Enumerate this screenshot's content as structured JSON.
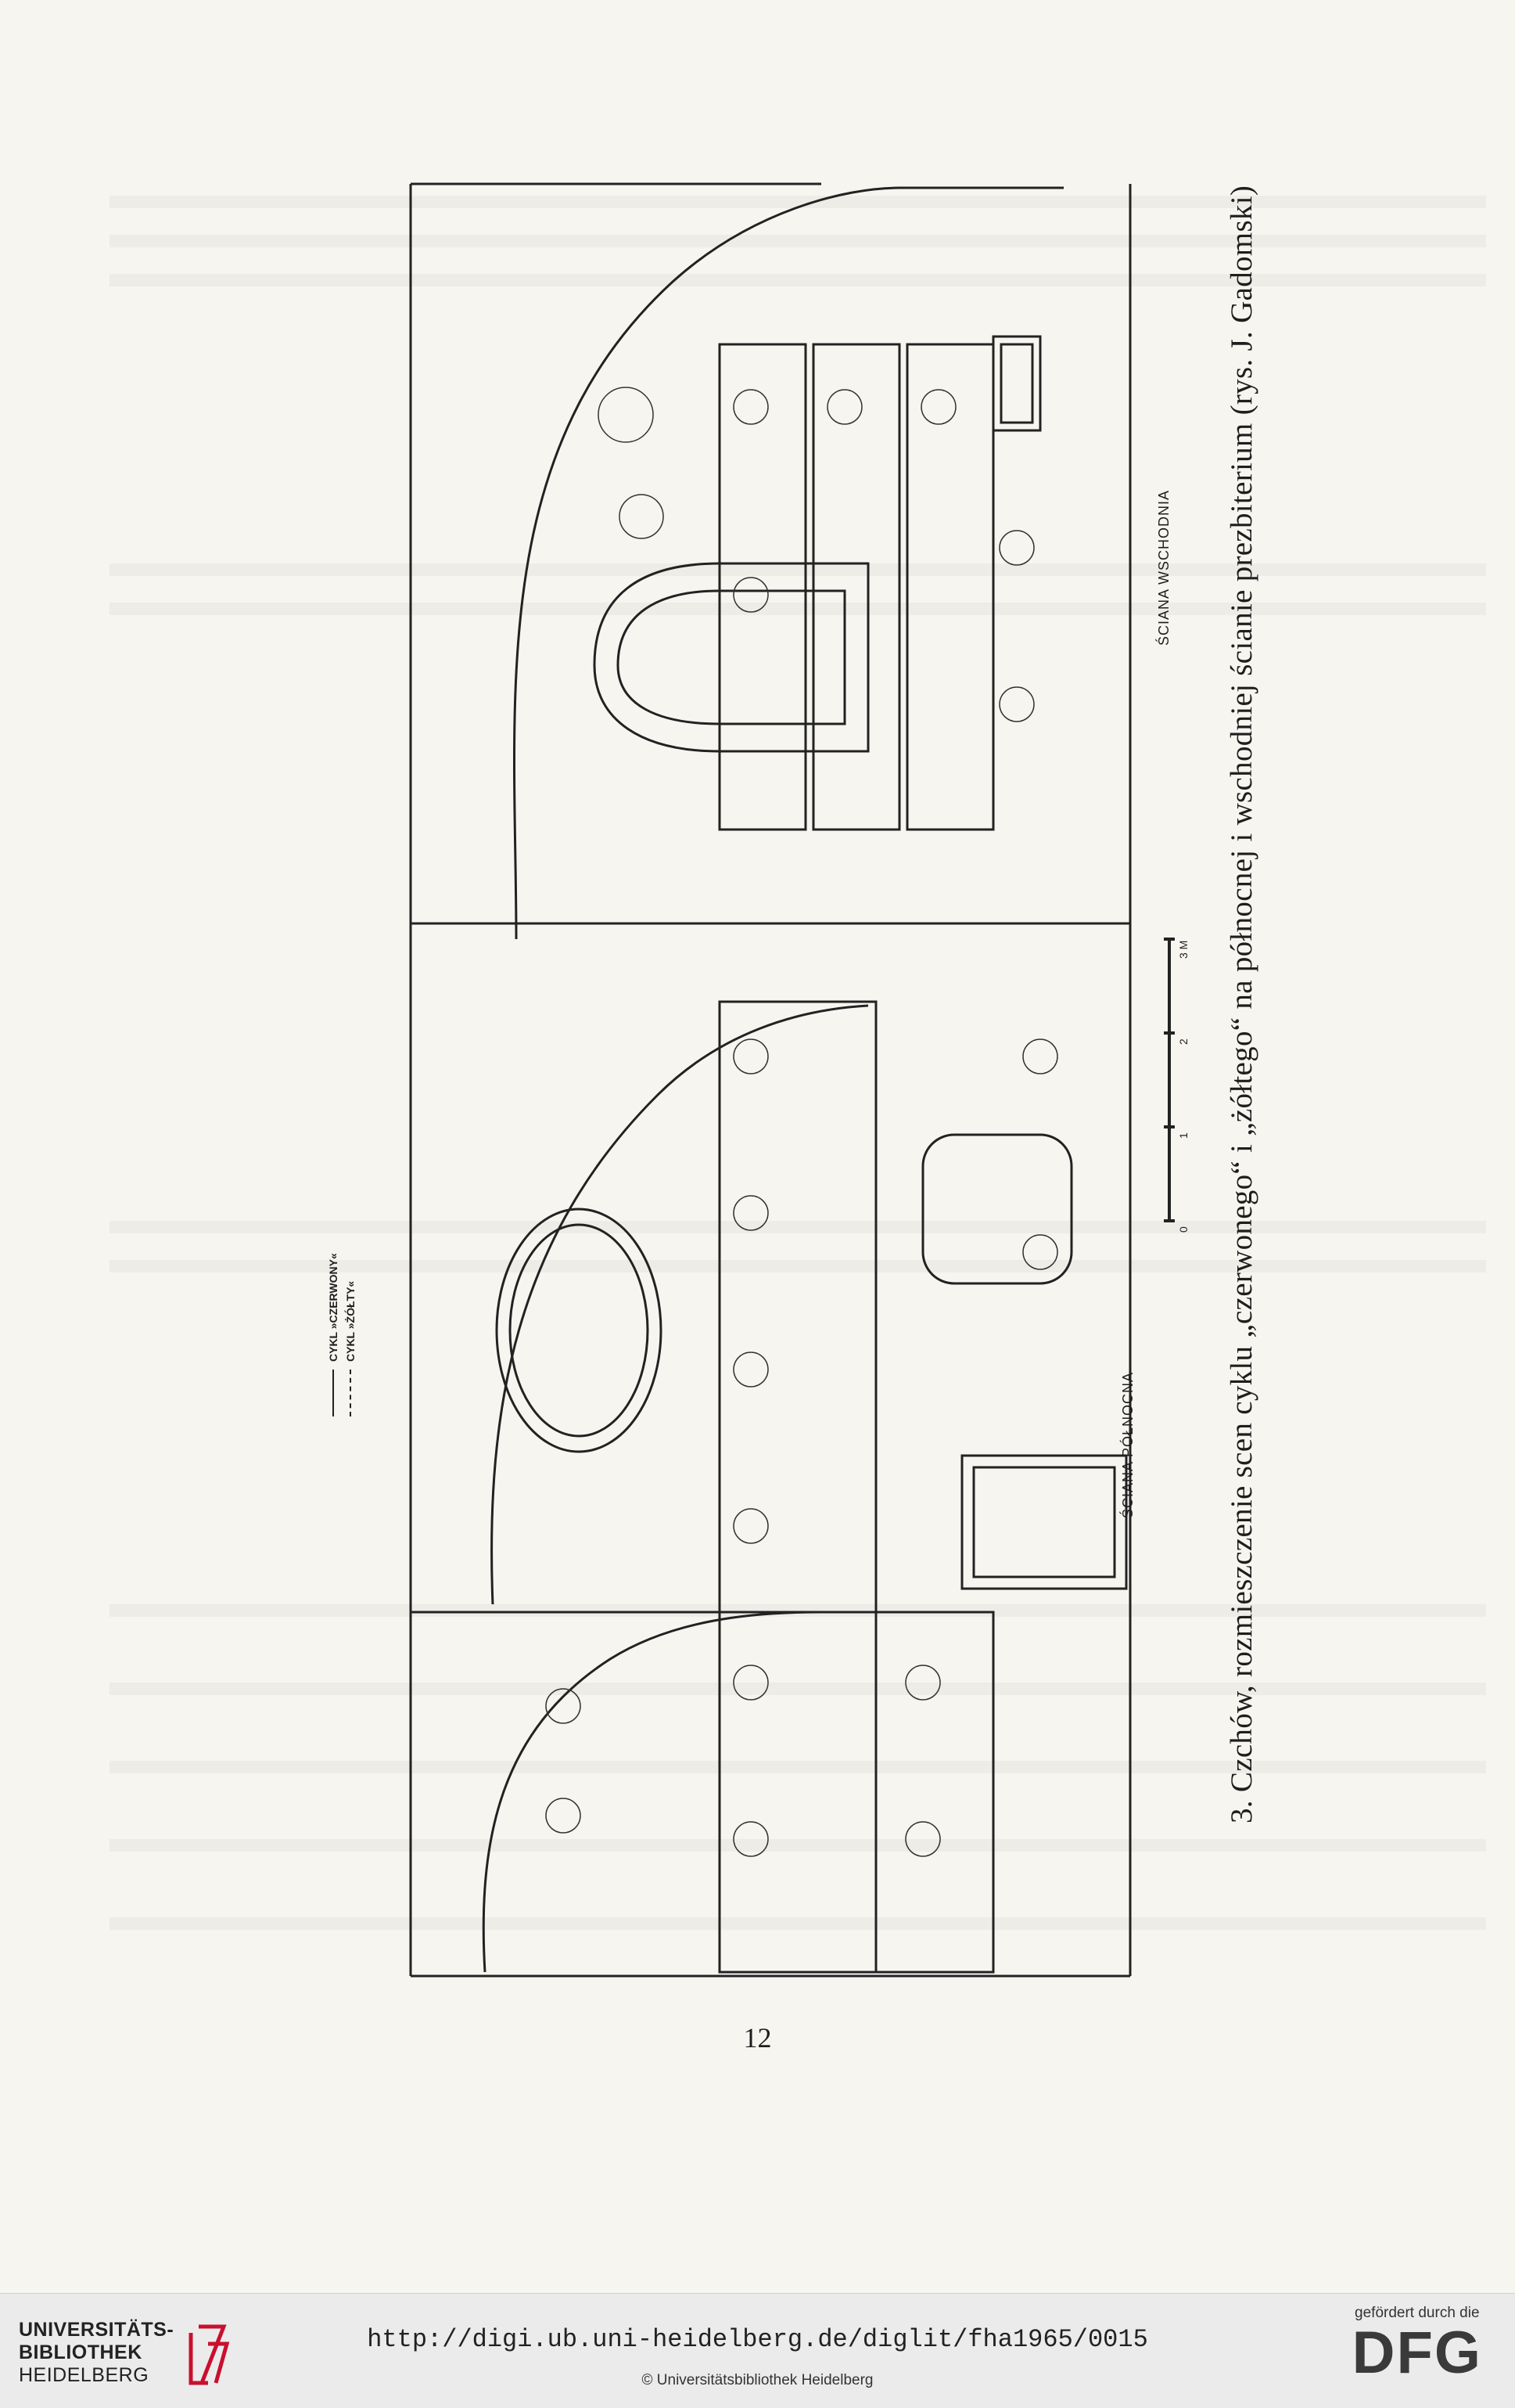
{
  "caption": "3. Czchów, rozmieszczenie scen cyklu „czerwonego“ i „żółtego“ na północnej i wschodniej ścianie prezbiterium (rys. J. Gadomski)",
  "legend": {
    "red": "CYKL »CZERWONY«",
    "yellow": "CYKL »ŻÓŁTY«"
  },
  "walls": {
    "east": "ŚCIANA WSCHODNIA",
    "north": "ŚCIANA PÓŁNOCNA"
  },
  "scale": {
    "ticks": [
      "0",
      "1",
      "2",
      "3 M"
    ]
  },
  "page_number": "12",
  "footer": {
    "library_line1": "UNIVERSITÄTS-",
    "library_line2": "BIBLIOTHEK",
    "library_line3": "HEIDELBERG",
    "url": "http://digi.ub.uni-heidelberg.de/diglit/fha1965/0015",
    "copyright": "© Universitätsbibliothek Heidelberg",
    "funded_by": "gefördert durch die",
    "dfg": "DFG"
  },
  "colors": {
    "paper": "#f7f5f0",
    "ink": "#1e1e1e",
    "footer_bg": "#ebebeb",
    "library_red": "#c8102e"
  }
}
